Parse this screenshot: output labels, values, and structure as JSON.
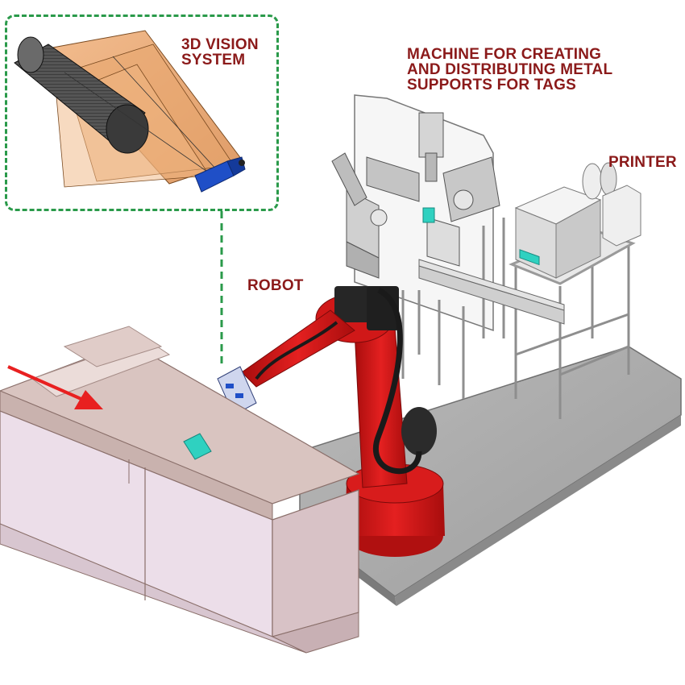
{
  "labels": {
    "vision_system": [
      "3D VISION",
      "SYSTEM"
    ],
    "machine": [
      "MACHINE FOR CREATING",
      "AND DISTRIBUTING METAL",
      "SUPPORTS FOR TAGS"
    ],
    "printer": "PRINTER",
    "robot": "ROBOT"
  },
  "colors": {
    "label_text": "#8b1a1a",
    "callout_border": "#2a9a4a",
    "robot": "#d01818",
    "beam": "#dcc8c4",
    "vision_cone": "#e8a36a",
    "camera": "#1f4fc7",
    "tag": "#2fd1c0",
    "arrow": "#e82020",
    "floor_plate": "#a9a9a9"
  },
  "icons": {
    "arrow": "red-direction-arrow",
    "camera": "camera-icon"
  }
}
